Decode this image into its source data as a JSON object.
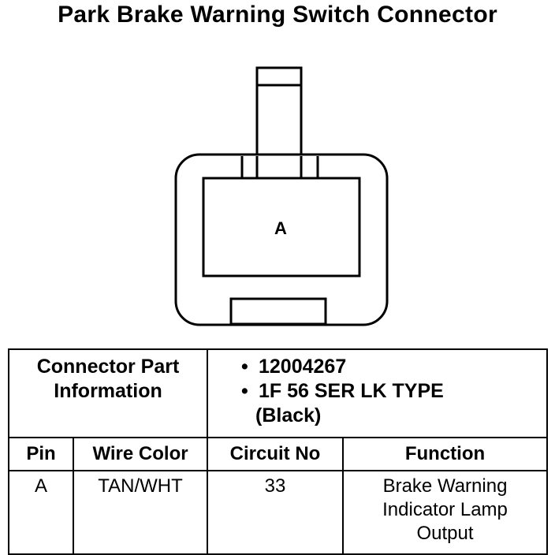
{
  "title": "Park Brake Warning Switch Connector",
  "connector": {
    "pin_label": "A"
  },
  "part_info": {
    "label_line1": "Connector Part",
    "label_line2": "Information",
    "items": [
      "12004267",
      "1F 56 SER LK TYPE",
      "(Black)"
    ]
  },
  "table": {
    "headers": [
      "Pin",
      "Wire Color",
      "Circuit No",
      "Function"
    ],
    "rows": [
      {
        "pin": "A",
        "wire_color": "TAN/WHT",
        "circuit_no": "33",
        "function_lines": [
          "Brake Warning",
          "Indicator Lamp",
          "Output"
        ]
      }
    ]
  }
}
